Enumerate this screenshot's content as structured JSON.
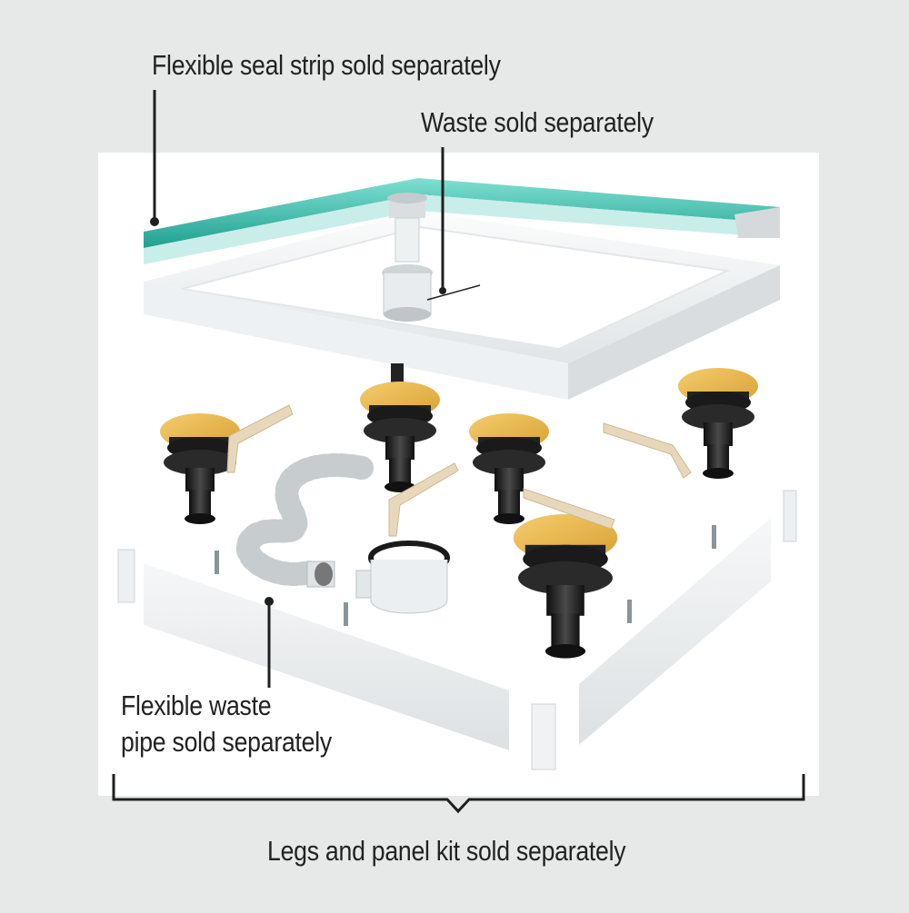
{
  "labels": {
    "seal_strip": "Flexible seal strip sold separately",
    "waste": "Waste sold separately",
    "waste_pipe_line1": "Flexible waste",
    "waste_pipe_line2": "pipe sold separately",
    "legs_panel_kit": "Legs and panel kit sold separately"
  },
  "colors": {
    "background": "#e7e9e9",
    "photo_background": "#ffffff",
    "seal_strip": "#2fb8a8",
    "tray": "#f3f5f6",
    "leg_cap": "#e9b44c",
    "leg_body": "#1e1e1e",
    "bracket": "#e5d3b3",
    "panel": "#f1f3f4",
    "callout_line": "#222222"
  },
  "icons": {
    "leg": "adjustable-leg-icon",
    "bracket": "panel-bracket-icon",
    "pipe": "flexible-pipe-icon",
    "waste_trap": "waste-trap-icon"
  }
}
